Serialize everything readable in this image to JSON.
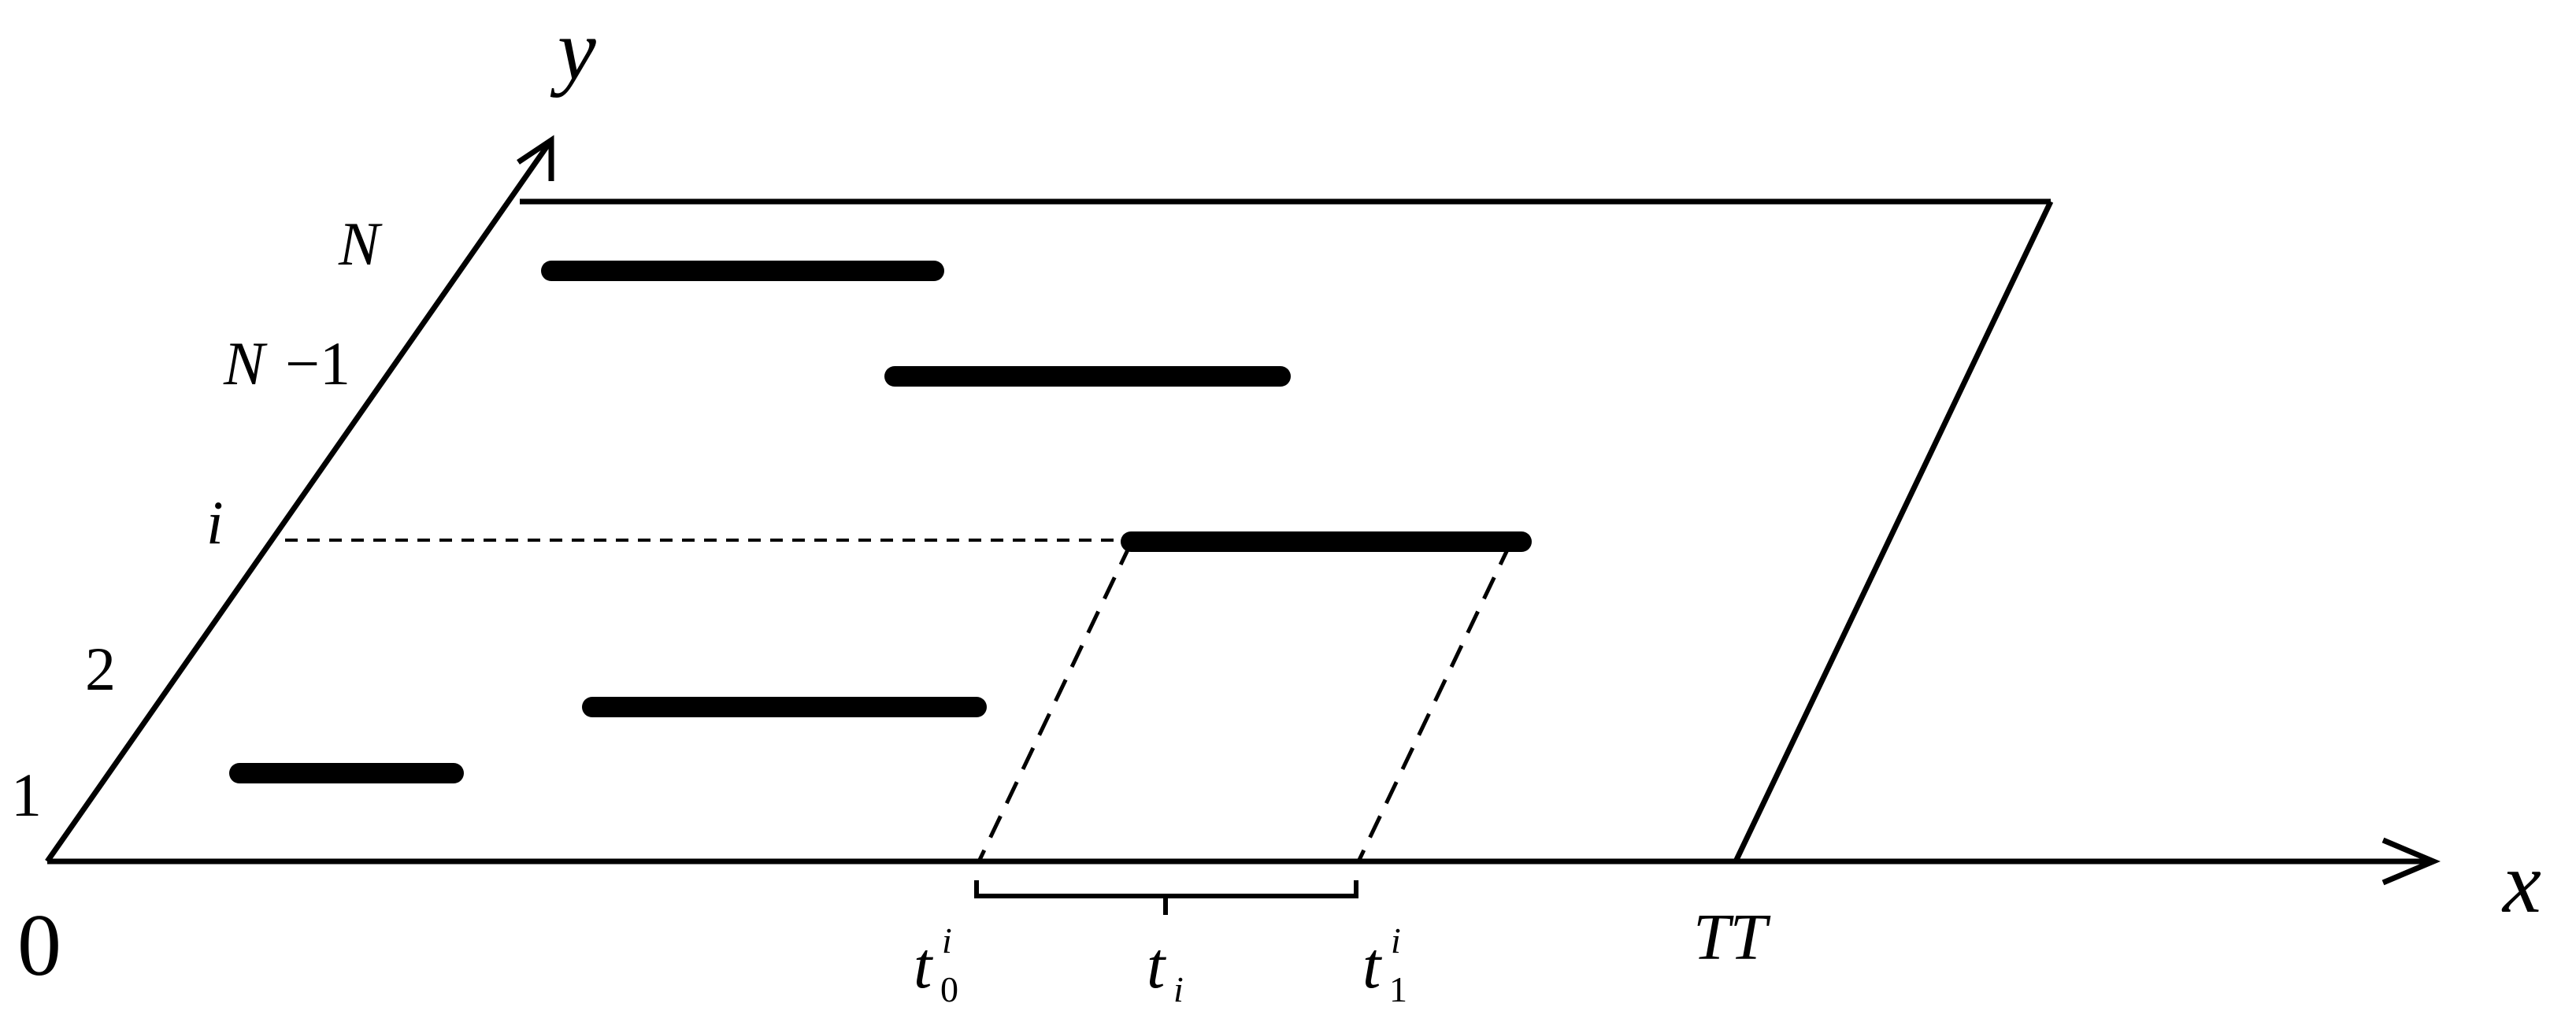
{
  "axes": {
    "origin_label": "0",
    "x_label": "x",
    "y_label": "y"
  },
  "y_ticks": {
    "one": "1",
    "two": "2",
    "i": "i",
    "n_minus_1_base": "N",
    "n_minus_1_op": "−1",
    "n": "N"
  },
  "x_marks": {
    "t0_base": "t",
    "t0_sup": "i",
    "t0_sub": "0",
    "ti_base": "t",
    "ti_sub": "i",
    "t1_base": "t",
    "t1_sup": "i",
    "t1_sub": "1",
    "tt": "TT"
  },
  "colors": {
    "ink": "#000000",
    "background": "#ffffff"
  }
}
